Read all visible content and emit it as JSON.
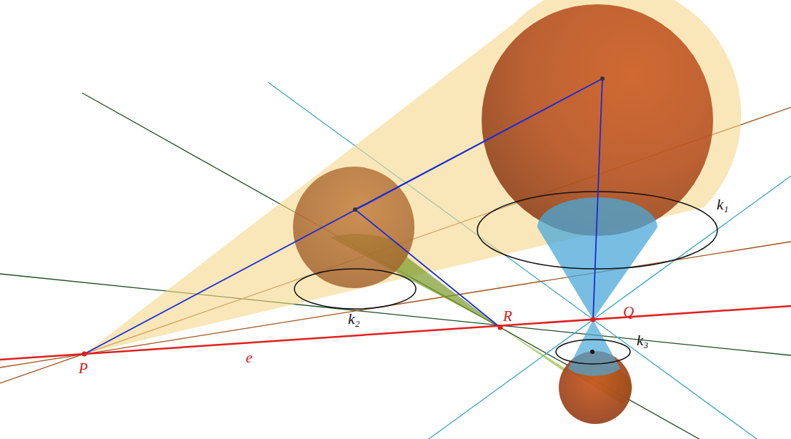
{
  "diagram": {
    "labels": [
      "P",
      "Q",
      "R",
      "e",
      "k₁",
      "k₂",
      "k₃"
    ]
  }
}
